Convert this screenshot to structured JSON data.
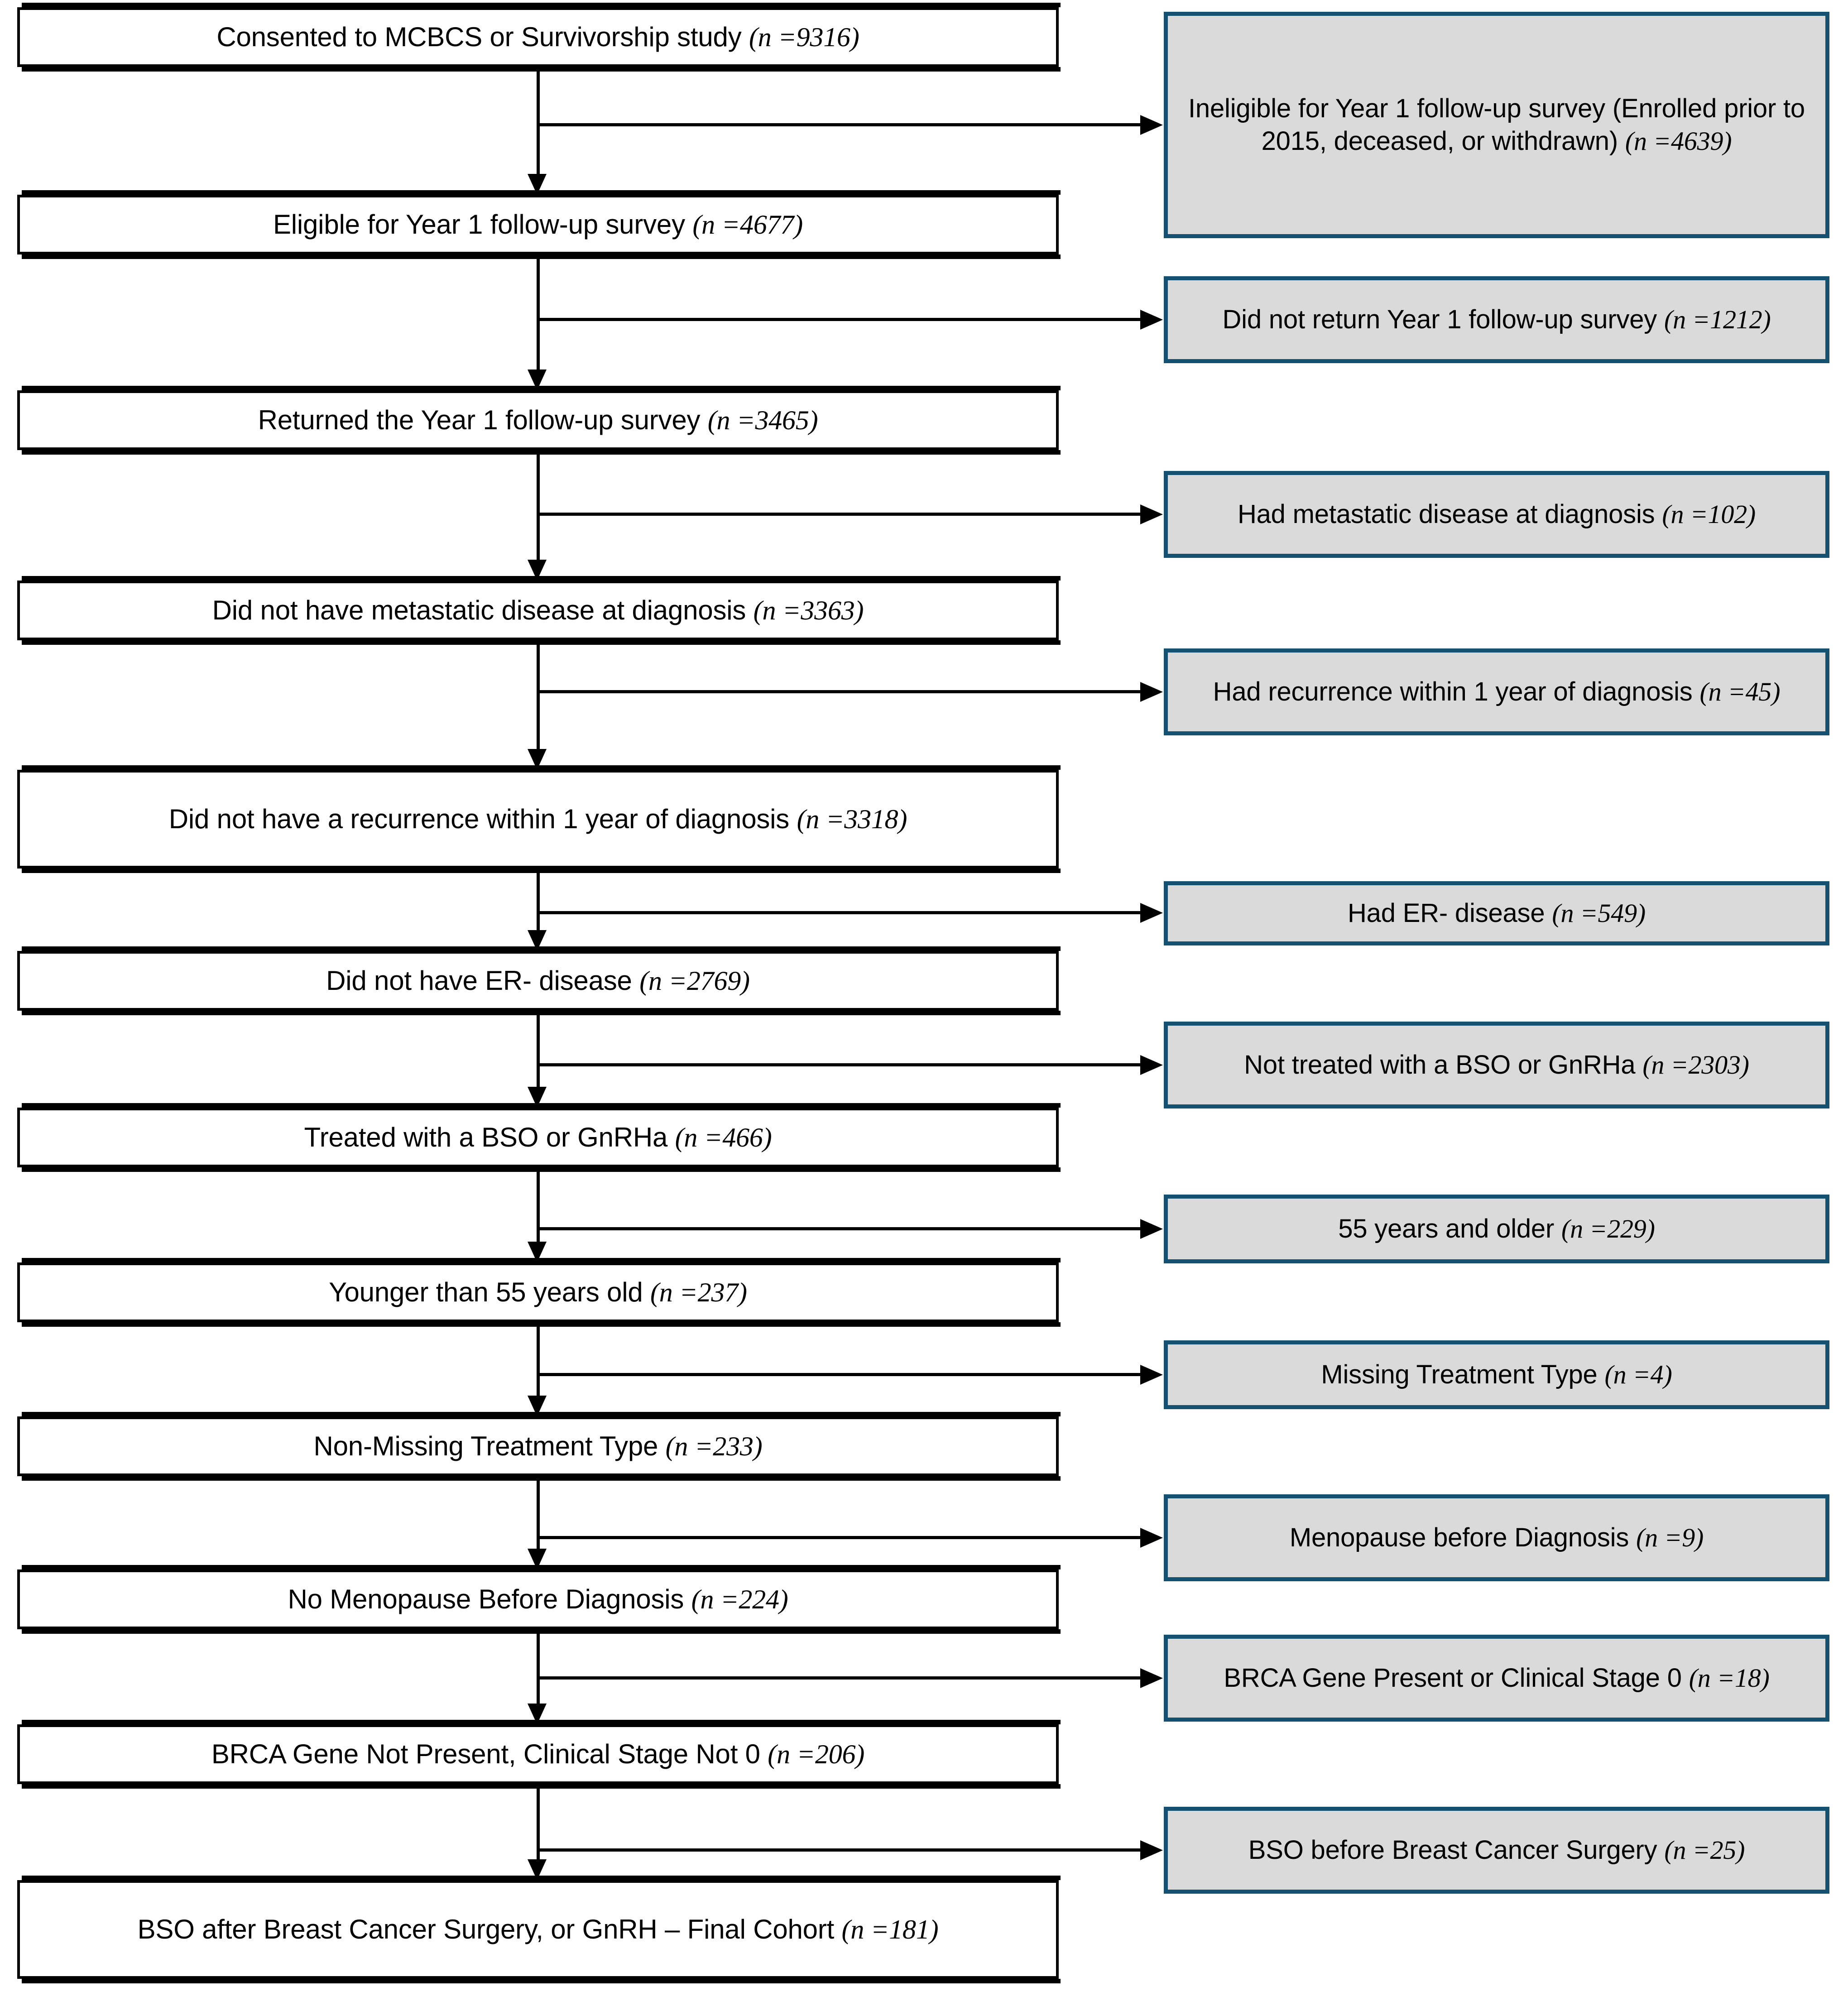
{
  "figure": {
    "type": "flowchart",
    "orientation": "vertical-with-right-exclusions",
    "colors": {
      "main_box_border": "#000000",
      "main_box_fill": "#FFFFFF",
      "exclusion_box_border": "#14506F",
      "exclusion_box_fill": "#DADADA",
      "connector": "#000000"
    }
  },
  "main_steps": [
    {
      "id": "step-1",
      "text": "Consented to MCBCS or Survivorship study ",
      "n_label": "(n =9316)",
      "n": 9316
    },
    {
      "id": "step-2",
      "text": "Eligible for Year 1 follow-up survey ",
      "n_label": "(n =4677)",
      "n": 4677
    },
    {
      "id": "step-3",
      "text": "Returned the Year 1 follow-up survey ",
      "n_label": "(n =3465)",
      "n": 3465
    },
    {
      "id": "step-4",
      "text": "Did not have metastatic disease at diagnosis ",
      "n_label": "(n =3363)",
      "n": 3363
    },
    {
      "id": "step-5",
      "text": "Did not have a recurrence within 1 year of diagnosis ",
      "n_label": "(n =3318)",
      "n": 3318
    },
    {
      "id": "step-6",
      "text": "Did not have ER- disease ",
      "n_label": "(n =2769)",
      "n": 2769
    },
    {
      "id": "step-7",
      "text": "Treated with a BSO or GnRHa ",
      "n_label": "(n =466)",
      "n": 466
    },
    {
      "id": "step-8",
      "text": "Younger than 55 years old ",
      "n_label": "(n =237)",
      "n": 237
    },
    {
      "id": "step-9",
      "text": "Non-Missing Treatment Type ",
      "n_label": "(n =233)",
      "n": 233
    },
    {
      "id": "step-10",
      "text": "No Menopause Before Diagnosis ",
      "n_label": "(n =224)",
      "n": 224
    },
    {
      "id": "step-11",
      "text": "BRCA Gene Not Present, Clinical Stage Not 0  ",
      "n_label": "(n =206)",
      "n": 206
    },
    {
      "id": "step-12",
      "text": "BSO after Breast Cancer Surgery, or GnRH – Final Cohort ",
      "n_label": "(n =181)",
      "n": 181
    }
  ],
  "exclusions": [
    {
      "id": "excl-1",
      "text": "Ineligible for Year 1 follow-up survey (Enrolled prior to 2015, deceased, or withdrawn) ",
      "n_label": "(n =4639)",
      "n": 4639
    },
    {
      "id": "excl-2",
      "text": "Did not return Year 1 follow-up survey ",
      "n_label": "(n =1212)",
      "n": 1212
    },
    {
      "id": "excl-3",
      "text": "Had metastatic disease at diagnosis ",
      "n_label": "(n =102)",
      "n": 102
    },
    {
      "id": "excl-4",
      "text": "Had recurrence within 1 year of diagnosis ",
      "n_label": "(n =45)",
      "n": 45
    },
    {
      "id": "excl-5",
      "text": "Had ER- disease ",
      "n_label": "(n =549)",
      "n": 549
    },
    {
      "id": "excl-6",
      "text": "Not treated with a BSO or GnRHa ",
      "n_label": "(n =2303)",
      "n": 2303
    },
    {
      "id": "excl-7",
      "text": "55 years and older ",
      "n_label": "(n =229)",
      "n": 229
    },
    {
      "id": "excl-8",
      "text": "Missing Treatment Type ",
      "n_label": "(n =4)",
      "n": 4
    },
    {
      "id": "excl-9",
      "text": "Menopause before Diagnosis ",
      "n_label": "(n =9)",
      "n": 9
    },
    {
      "id": "excl-10",
      "text": "BRCA Gene Present or Clinical Stage 0 ",
      "n_label": "(n =18)",
      "n": 18
    },
    {
      "id": "excl-11",
      "text": "BSO before Breast Cancer Surgery ",
      "n_label": "(n =25)",
      "n": 25
    }
  ]
}
